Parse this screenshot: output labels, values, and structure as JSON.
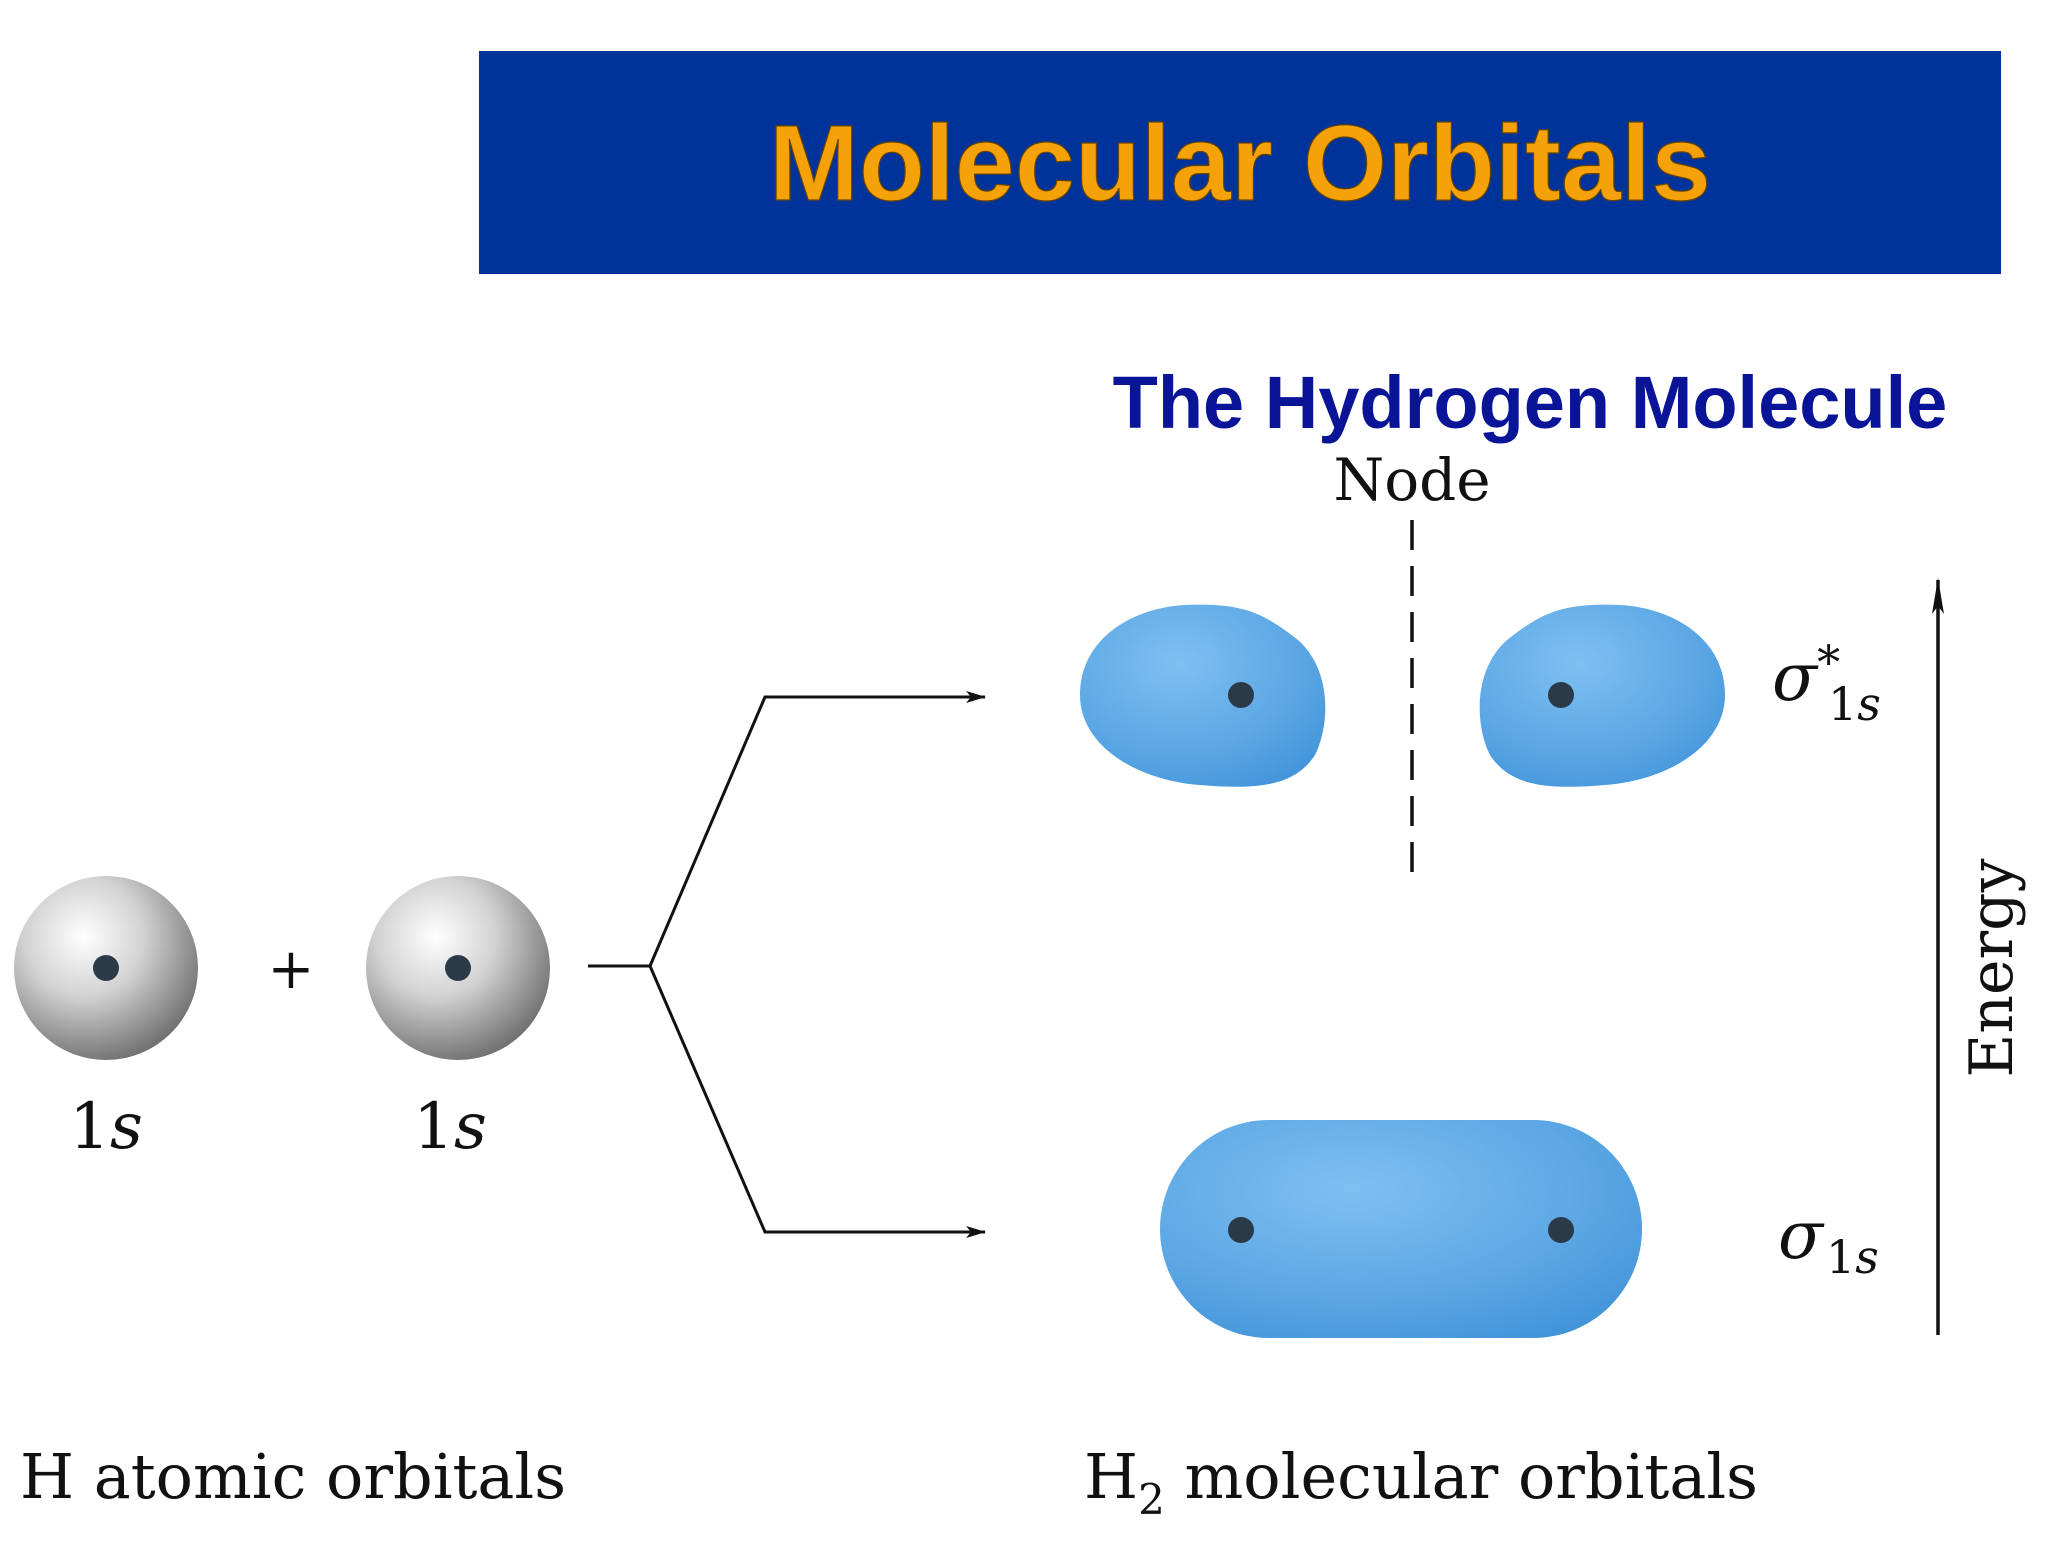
{
  "slide": {
    "title": "Molecular Orbitals",
    "subtitle": "The Hydrogen Molecule",
    "colors": {
      "banner": "#003399",
      "title": "#f5a20a",
      "subtitle": "#0a1496",
      "orbital": "#5ba8e6",
      "atom": "#b5b5b5",
      "nucleus": "#2b3a48"
    }
  },
  "diagram": {
    "node_label": "Node",
    "plus_sign": "+",
    "atomic_orbital_1": "1s",
    "atomic_orbital_2": "1s",
    "antibonding_label": "σ*1s",
    "bonding_label": "σ1s",
    "energy_label": "Energy",
    "atomic_caption": "H atomic orbitals",
    "molecular_caption": "H2 molecular orbitals"
  }
}
